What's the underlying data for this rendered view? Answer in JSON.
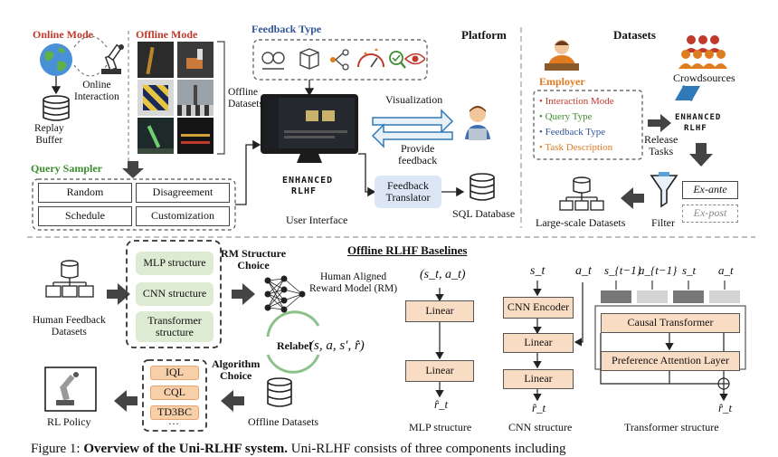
{
  "platform": {
    "title": "Platform",
    "online_mode": "Online Mode",
    "offline_mode": "Offline Mode",
    "online_interaction": "Online\nInteraction",
    "replay_buffer": "Replay\nBuffer",
    "offline_datasets": "Offline\nDatasets",
    "feedback_type": "Feedback Type",
    "query_sampler": "Query Sampler",
    "samplers": [
      "Random",
      "Disagreement",
      "Schedule",
      "Customization"
    ],
    "logo_line1": "ENHANCED",
    "logo_line2": "RLHF",
    "user_interface": "User Interface",
    "visualization": "Visualization",
    "provide_feedback": "Provide\nfeedback",
    "feedback_translator": "Feedback\nTranslator",
    "sql_database": "SQL Database"
  },
  "datasets": {
    "title": "Datasets",
    "employer": "Employer",
    "employer_items": [
      {
        "text": "Interaction Mode",
        "color": "#c0392b"
      },
      {
        "text": "Query Type",
        "color": "#3d8b2f"
      },
      {
        "text": "Feedback Type",
        "color": "#2f5597"
      },
      {
        "text": "Task Description",
        "color": "#e07b1f"
      }
    ],
    "crowdsources": "Crowdsources",
    "release_tasks": "Release\nTasks",
    "filter": "Filter",
    "ex_ante": "Ex-ante",
    "ex_post": "Ex-post",
    "large_scale": "Large-scale Datasets"
  },
  "baselines": {
    "title": "Offline RLHF Baselines",
    "human_feedback": "Human Feedback\nDatasets",
    "rm_choice": "RM Structure\nChoice",
    "rm_items": [
      "MLP structure",
      "CNN structure",
      "Transformer\nstructure"
    ],
    "reward_model": "Human Aligned\nReward Model (RM)",
    "relabel": "Relabel",
    "tuple": "(s, a, s′, r̂)",
    "algorithm_choice": "Algorithm\nChoice",
    "algorithms": [
      "IQL",
      "CQL",
      "TD3BC",
      "···"
    ],
    "offline_datasets": "Offline Datasets",
    "rl_policy": "RL Policy",
    "mlp": {
      "input": "(s_t, a_t)",
      "layers": [
        "Linear",
        "Linear"
      ],
      "output": "r̂_t",
      "caption": "MLP structure"
    },
    "cnn": {
      "s": "s_t",
      "a": "a_t",
      "encoder": "CNN Encoder",
      "layers": [
        "Linear",
        "Linear"
      ],
      "output": "r̂_t",
      "caption": "CNN structure"
    },
    "transformer": {
      "tokens": [
        "s_{t−1}",
        "a_{t−1}",
        "s_t",
        "a_t"
      ],
      "causal": "Causal Transformer",
      "attention": "Preference Attention Layer",
      "output": "r̂_t",
      "caption": "Transformer structure"
    }
  },
  "caption": {
    "prefix": "Figure 1: ",
    "bold": "Overview of the Uni-RLHF system.",
    "rest": " Uni-RLHF consists of three components including"
  },
  "colors": {
    "online_red": "#c0392b",
    "query_green": "#3d8b2f",
    "feedback_blue": "#2f5597",
    "employer_orange": "#e07b1f",
    "rm_green": "#dcebd2",
    "algo_orange": "#f7cfa9",
    "linear_peach": "#f9dcc4",
    "translator_blue": "#dce6f5"
  }
}
